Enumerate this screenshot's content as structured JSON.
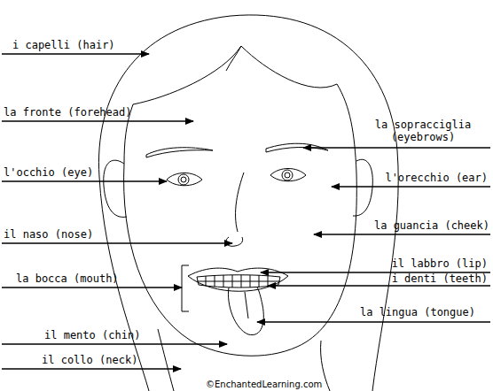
{
  "diagram": {
    "labels": [
      "i capelli (hair)",
      "la fronte (forehead)",
      "la sopracciglia (eyebrows)",
      "l'occhio (eye)",
      "l'orecchio (ear)",
      "il naso (nose)",
      "la guancia (cheek)",
      "il labbro (lip)",
      "la bocca (mouth)",
      "i denti (teeth)",
      "la lingua (tongue)",
      "il mento (chin)",
      "il collo (neck)",
      "©EnchantedLearning.com"
    ]
  }
}
